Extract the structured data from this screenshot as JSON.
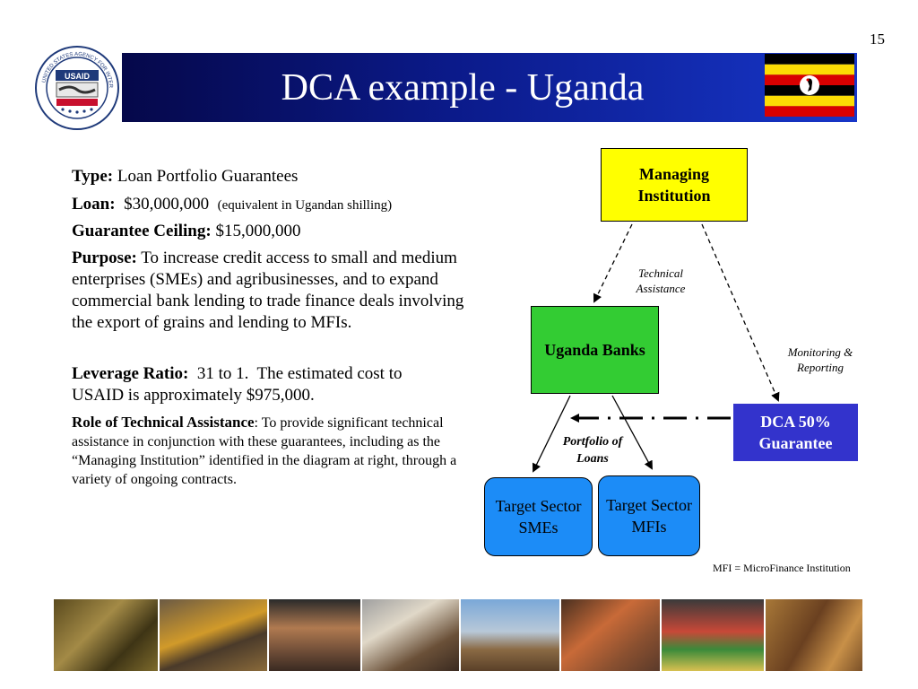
{
  "slide": {
    "page_number": "15",
    "title": "DCA example - Uganda",
    "logo": {
      "agency_name": "USAID",
      "seal_text": "UNITED STATES AGENCY FOR INTERNATIONAL DEVELOPMENT"
    }
  },
  "details": {
    "type_label": "Type:",
    "type_value": " Loan Portfolio Guarantees",
    "loan_label": "Loan:",
    "loan_value": "  $30,000,000  ",
    "loan_note": "(equivalent in Ugandan shilling)",
    "ceiling_label": "Guarantee Ceiling:",
    "ceiling_value": " $15,000,000",
    "purpose_label": "Purpose:",
    "purpose_value": " To increase credit access to small and medium enterprises (SMEs) and agribusinesses, and to expand commercial bank lending to trade finance deals involving the export of grains and lending to MFIs.",
    "leverage_label": "Leverage Ratio:",
    "leverage_value": "  31 to 1.  The estimated cost to USAID is approximately $975,000.",
    "ta_label": "Role of Technical Assistance",
    "ta_value": ":  To provide significant technical assistance in conjunction with these guarantees, including as the  “Managing Institution” identified in the diagram at right, through a variety of ongoing contracts."
  },
  "diagram": {
    "managing_institution": "Managing Institution",
    "uganda_banks": "Uganda Banks",
    "dca_guarantee": "DCA 50% Guarantee",
    "target_smes": "Target Sector SMEs",
    "target_mfis": "Target Sector MFIs",
    "technical_assistance": "Technical Assistance",
    "monitoring_reporting": "Monitoring & Reporting",
    "portfolio_of_loans": "Portfolio of Loans",
    "mfi_note": "MFI = MicroFinance Institution"
  },
  "colors": {
    "managing_box": "#ffff00",
    "banks_box": "#33cc33",
    "dca_box": "#3333cc",
    "target_box": "#1c8cf7"
  },
  "icons": [
    "usaid-seal-icon",
    "uganda-flag-icon",
    "handshake-icon"
  ]
}
